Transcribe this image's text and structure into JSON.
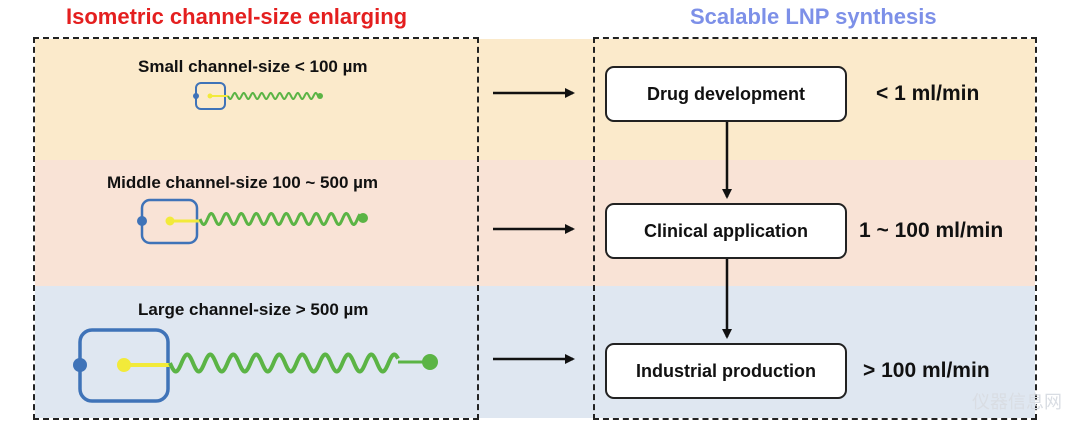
{
  "left_title": "Isometric  channel-size enlarging",
  "right_title": "Scalable LNP synthesis",
  "rows": [
    {
      "channel_label": "Small channel-size  < 100 µm",
      "stage": "Drug development",
      "rate": "< 1 ml/min"
    },
    {
      "channel_label": "Middle channel-size 100 ~ 500 µm",
      "stage": "Clinical application",
      "rate": "1 ~ 100 ml/min"
    },
    {
      "channel_label": "Large channel-size  > 500 µm",
      "stage": "Industrial production",
      "rate": "> 100 ml/min"
    }
  ],
  "colors": {
    "band_small": "#fbeacb",
    "band_middle": "#f9e3d6",
    "band_large": "#dfe7f1",
    "chip_blue": "#3f73b8",
    "inlet_yellow": "#f2ea3a",
    "mixer_green": "#5bb445",
    "left_title": "#e41f1f",
    "right_title": "#7d90e8"
  },
  "watermark": "仪器信息网"
}
